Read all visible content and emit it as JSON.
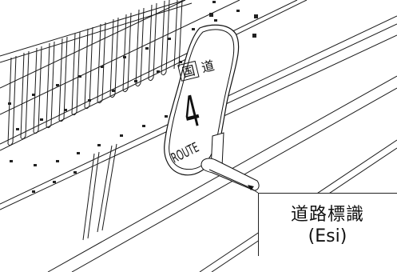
{
  "sign": {
    "kanji_left": "国",
    "kanji_right": "道",
    "route_number": "4",
    "route_word": "ROUTE"
  },
  "callout": {
    "label_jp": "道路標識",
    "label_code": "(Esi)"
  }
}
